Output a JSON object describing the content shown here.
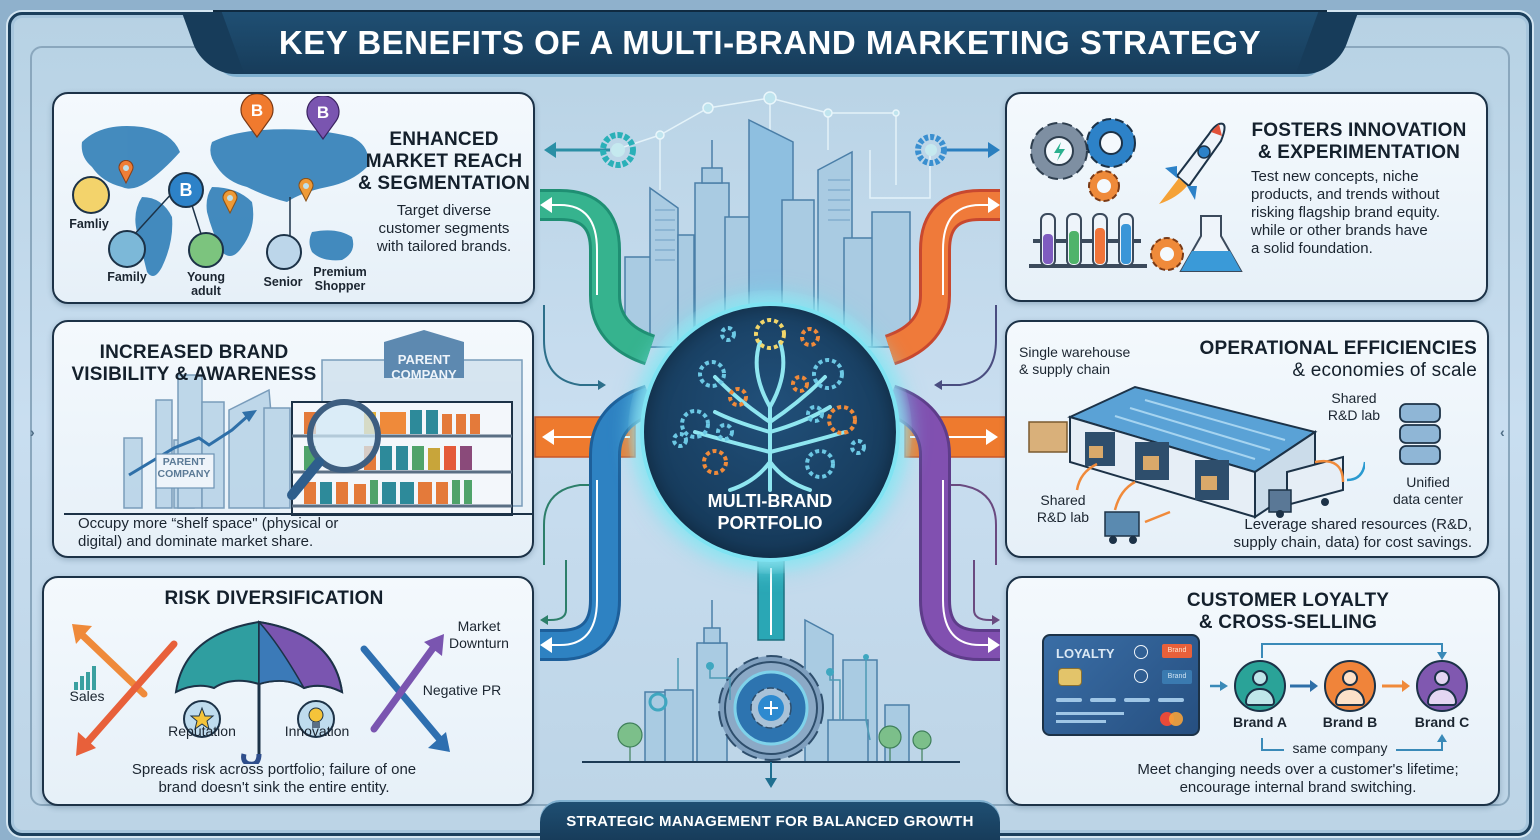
{
  "header": {
    "title": "KEY BENEFITS OF A MULTI-BRAND MARKETING STRATEGY"
  },
  "footer": {
    "text": "STRATEGIC MANAGEMENT FOR BALANCED GROWTH"
  },
  "hub": {
    "line1": "MULTI-BRAND",
    "line2": "PORTFOLIO",
    "icon": "tree-of-gears-icon"
  },
  "colors": {
    "navy": "#173c5a",
    "hub_glow": "#7fe3f2",
    "green": "#2aa37e",
    "orange": "#f07a2e",
    "red": "#d9473b",
    "blue": "#2d7fbf",
    "purple": "#7b4fa8",
    "teal": "#2a9aa8"
  },
  "cards": {
    "market_reach": {
      "title_l1": "ENHANCED",
      "title_l2": "MARKET REACH",
      "title_l3": "& SEGMENTATION",
      "desc_l1": "Target diverse",
      "desc_l2": "customer segments",
      "desc_l3": "with tailored brands.",
      "segments": [
        {
          "label": "Famliy",
          "icon": "family-avatar-icon"
        },
        {
          "label": "Family",
          "icon": "couple-avatar-icon"
        },
        {
          "label_l1": "Young",
          "label_l2": "adult",
          "icon": "young-adult-avatar-icon"
        },
        {
          "label": "Senior",
          "icon": "senior-avatar-icon"
        },
        {
          "label_l1": "Premium",
          "label_l2": "Shopper"
        }
      ],
      "brand_pin": "B",
      "icons": [
        "world-map-icon",
        "map-pin-icon",
        "brand-b-pin-icon"
      ]
    },
    "innovation": {
      "title_l1": "FOSTERS INNOVATION",
      "title_l2": "& EXPERIMENTATION",
      "desc_lines": [
        "Test new concepts, niche",
        "products, and trends without",
        "risking flagship brand equity.",
        "while or other brands have",
        "a solid foundation."
      ],
      "icons": [
        "gear-icon",
        "rocket-icon",
        "test-tubes-icon",
        "flask-icon"
      ]
    },
    "visibility": {
      "title_l1": "INCREASED BRAND",
      "title_l2": "VISIBILITY & AWARENESS",
      "sign_top_l1": "PARENT",
      "sign_top_l2": "COMPANY",
      "sign_left_l1": "PARENT",
      "sign_left_l2": "COMPANY",
      "desc_l1": "Occupy more “shelf space\" (physical or",
      "desc_l2": "digital) and dominate market share.",
      "icons": [
        "store-shelf-icon",
        "magnifier-icon",
        "trend-arrow-icon",
        "city-skyline-icon"
      ]
    },
    "operational": {
      "title_l1": "OPERATIONAL EFFICIENCIES",
      "title_l2": "& economies of scale",
      "lbl_warehouse_l1": "Single warehouse",
      "lbl_warehouse_l2": "& supply chain",
      "lbl_rd_top_l1": "Shared",
      "lbl_rd_top_l2": "R&D lab",
      "lbl_rd_left_l1": "Shared",
      "lbl_rd_left_l2": "R&D lab",
      "lbl_data_l1": "Unified",
      "lbl_data_l2": "data center",
      "desc_l1": "Leverage shared resources (R&D,",
      "desc_l2": "supply chain, data) for cost savings.",
      "icons": [
        "warehouse-icon",
        "truck-icon",
        "forklift-icon",
        "server-stack-icon"
      ]
    },
    "risk": {
      "title": "RISK DIVERSIFICATION",
      "lbl_sales": "Sales",
      "lbl_reputation": "Reputation",
      "lbl_innovation": "Innovation",
      "lbl_market_l1": "Market",
      "lbl_market_l2": "Downturn",
      "lbl_negative": "Negative PR",
      "desc_l1": "Spreads risk across portfolio; failure of one",
      "desc_l2": "brand doesn't sink the entire entity.",
      "icons": [
        "umbrella-icon",
        "star-icon",
        "lightbulb-icon",
        "bar-chart-icon"
      ]
    },
    "loyalty": {
      "title_l1": "CUSTOMER LOYALTY",
      "title_l2": "& CROSS-SELLING",
      "card_label": "LOYALTY",
      "card_brand1": "Brand",
      "card_brand2": "Brand",
      "brands": [
        "Brand A",
        "Brand B",
        "Brand C"
      ],
      "same_company": "same company",
      "desc_l1": "Meet changing needs over a customer's lifetime;",
      "desc_l2": "encourage internal brand switching.",
      "icons": [
        "loyalty-card-icon",
        "user-avatar-icon"
      ]
    }
  }
}
